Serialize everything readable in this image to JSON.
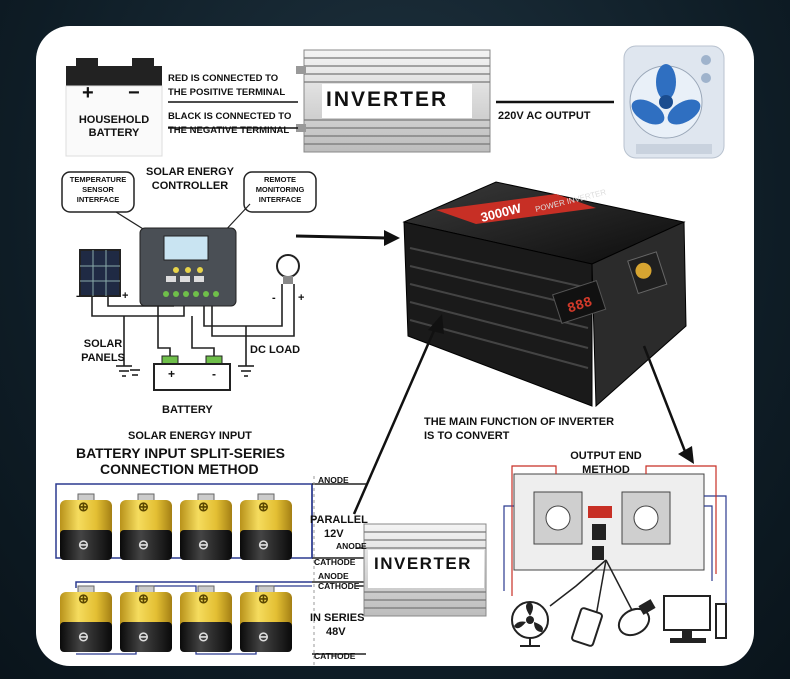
{
  "top": {
    "battery_plus": "+",
    "battery_minus": "−",
    "battery_label_1": "HOUSEHOLD",
    "battery_label_2": "BATTERY",
    "red_line_1": "RED IS CONNECTED TO",
    "red_line_2": "THE POSITIVE TERMINAL",
    "black_line_1": "BLACK IS CONNECTED TO",
    "black_line_2": "THE NEGATIVE TERMINAL",
    "inverter_label": "INVERTER",
    "ac_output": "220V AC OUTPUT"
  },
  "solar": {
    "controller_title_1": "SOLAR ENERGY",
    "controller_title_2": "CONTROLLER",
    "temp_callout_1": "TEMPERATURE",
    "temp_callout_2": "SENSOR",
    "temp_callout_3": "INTERFACE",
    "remote_callout_1": "REMOTE",
    "remote_callout_2": "MONITORING",
    "remote_callout_3": "INTERFACE",
    "panels_label_1": "SOLAR",
    "panels_label_2": "PANELS",
    "dc_load": "DC LOAD",
    "battery_label": "BATTERY",
    "input_label": "SOLAR ENERGY INPUT",
    "minus": "-",
    "plus": "+"
  },
  "inverter_device": {
    "model_text": "3000W",
    "brand_text": "POWER INVERTER"
  },
  "main_function_1": "THE MAIN FUNCTION OF INVERTER",
  "main_function_2": "IS TO CONVERT",
  "output_end_1": "OUTPUT END",
  "output_end_2": "METHOD",
  "battery_method": {
    "title_1": "BATTERY INPUT SPLIT-SERIES",
    "title_2": "CONNECTION METHOD",
    "anode": "ANODE",
    "parallel_1": "PARALLEL",
    "parallel_2": "12V",
    "anode_2": "ANODE",
    "cathode": "CATHODE",
    "anode_3": "ANODE",
    "cathode_2": "CATHODE",
    "series_1": "IN SERIES",
    "series_2": "48V",
    "cathode_3": "CATHODE",
    "inverter_label": "INVERTER",
    "cell_symbol_plus": "⊕",
    "cell_symbol_minus": "⊖"
  },
  "colors": {
    "battery_gold": "#e7c63a",
    "battery_black": "#1c1c1c",
    "wire_blue": "#2b3a8f",
    "inverter_red": "#d23a2a",
    "outline": "#222222"
  }
}
